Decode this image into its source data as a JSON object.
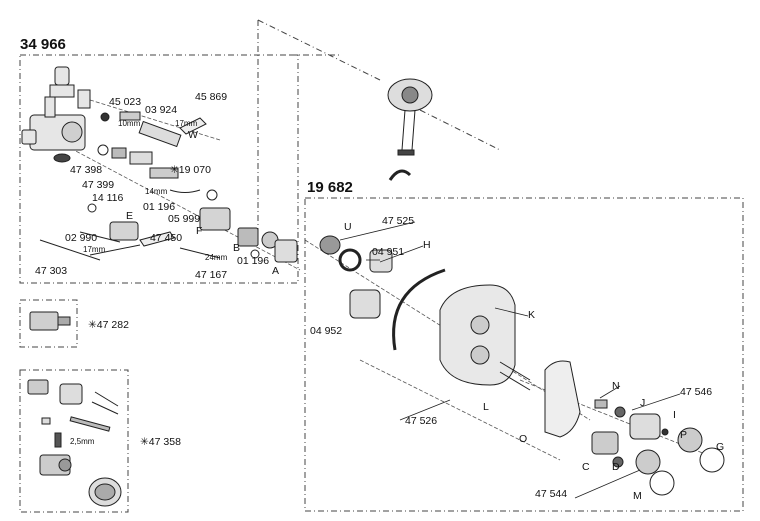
{
  "sets": {
    "set_34966": "34 966",
    "set_19682": "19 682"
  },
  "parts": {
    "p45023": "45 023",
    "p03924": "03 924",
    "p45869": "45 869",
    "p10mm": "10mm",
    "p17mm_a": "17mm",
    "pW": "W",
    "p47398": "47 398",
    "p47399": "47 399",
    "p19070": "✳19 070",
    "p14mm": "14mm",
    "p14116": "14 116",
    "p01196a": "01 196",
    "p05999": "05 999",
    "pE": "E",
    "p02990": "02 990",
    "p47450": "47 450",
    "pF": "F",
    "p17mm_b": "17mm",
    "p24mm": "24mm",
    "pB": "B",
    "p01196b": "01 196",
    "pA": "A",
    "p47303": "47 303",
    "p47167": "47 167",
    "p47282": "✳47 282",
    "p25mm": "2,5mm",
    "p47358": "✳47 358",
    "pU": "U",
    "p47525": "47 525",
    "p04951": "04 951",
    "pH": "H",
    "p04952": "04 952",
    "pK": "K",
    "p47526": "47 526",
    "pL": "L",
    "pO": "O",
    "pN": "N",
    "p47546": "47 546",
    "pJ": "J",
    "pI": "I",
    "pP": "P",
    "pG": "G",
    "pC": "C",
    "pD": "D",
    "p47544": "47 544",
    "pM": "M"
  },
  "colors": {
    "line": "#222222",
    "dashed": "#444444",
    "part_fill": "#d9d9d9",
    "part_dark": "#555555"
  }
}
